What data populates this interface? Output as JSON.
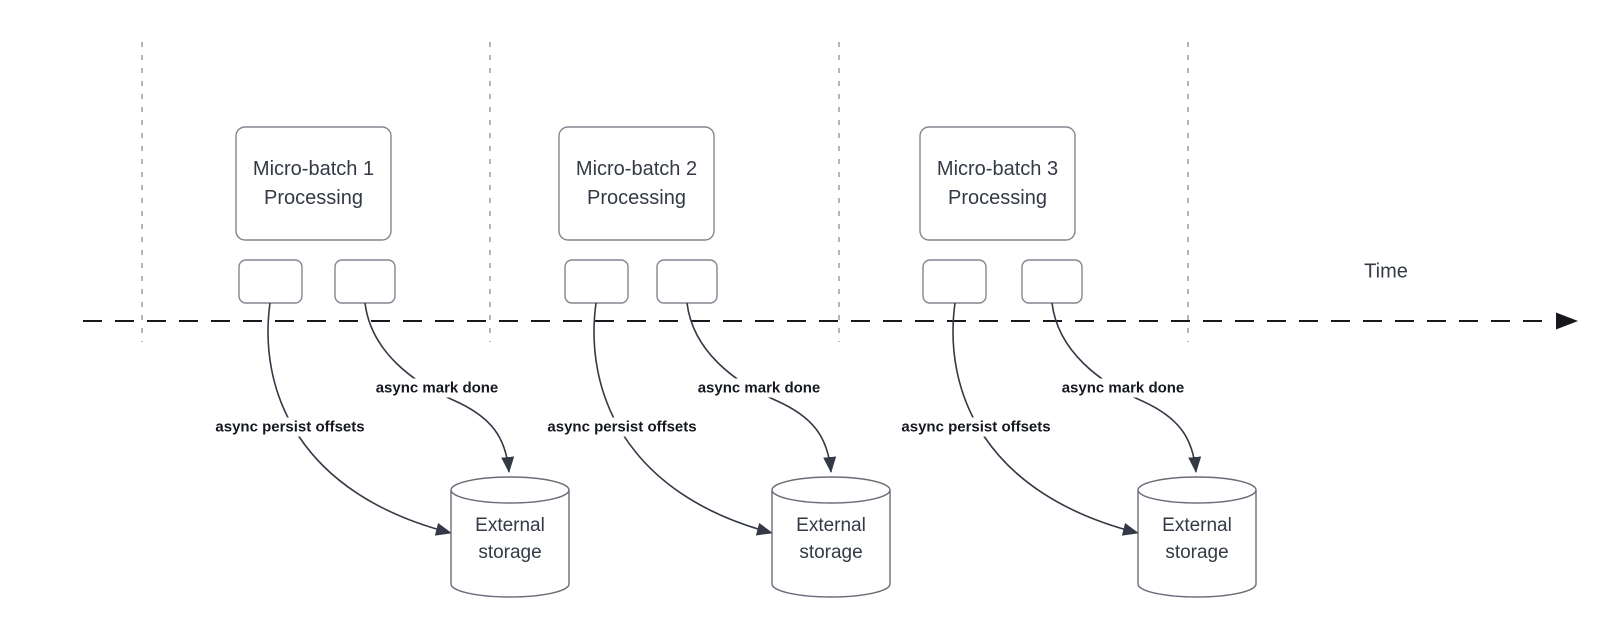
{
  "diagram": {
    "time_label": "Time",
    "groups": [
      {
        "box_line1": "Micro-batch 1",
        "box_line2": "Processing",
        "persist_label": "async persist offsets",
        "done_label": "async mark done",
        "storage_line1": "External",
        "storage_line2": "storage"
      },
      {
        "box_line1": "Micro-batch 2",
        "box_line2": "Processing",
        "persist_label": "async persist offsets",
        "done_label": "async mark done",
        "storage_line1": "External",
        "storage_line2": "storage"
      },
      {
        "box_line1": "Micro-batch 3",
        "box_line2": "Processing",
        "persist_label": "async persist offsets",
        "done_label": "async mark done",
        "storage_line1": "External",
        "storage_line2": "storage"
      }
    ],
    "colors": {
      "axis": "#16181d",
      "lane_divider": "#b4b6b9",
      "shape_stroke": "#82878f",
      "cylinder_stroke": "#686e77",
      "arrow": "#333a46",
      "text": "#333a45",
      "edge_label_text": "#15181e"
    }
  }
}
